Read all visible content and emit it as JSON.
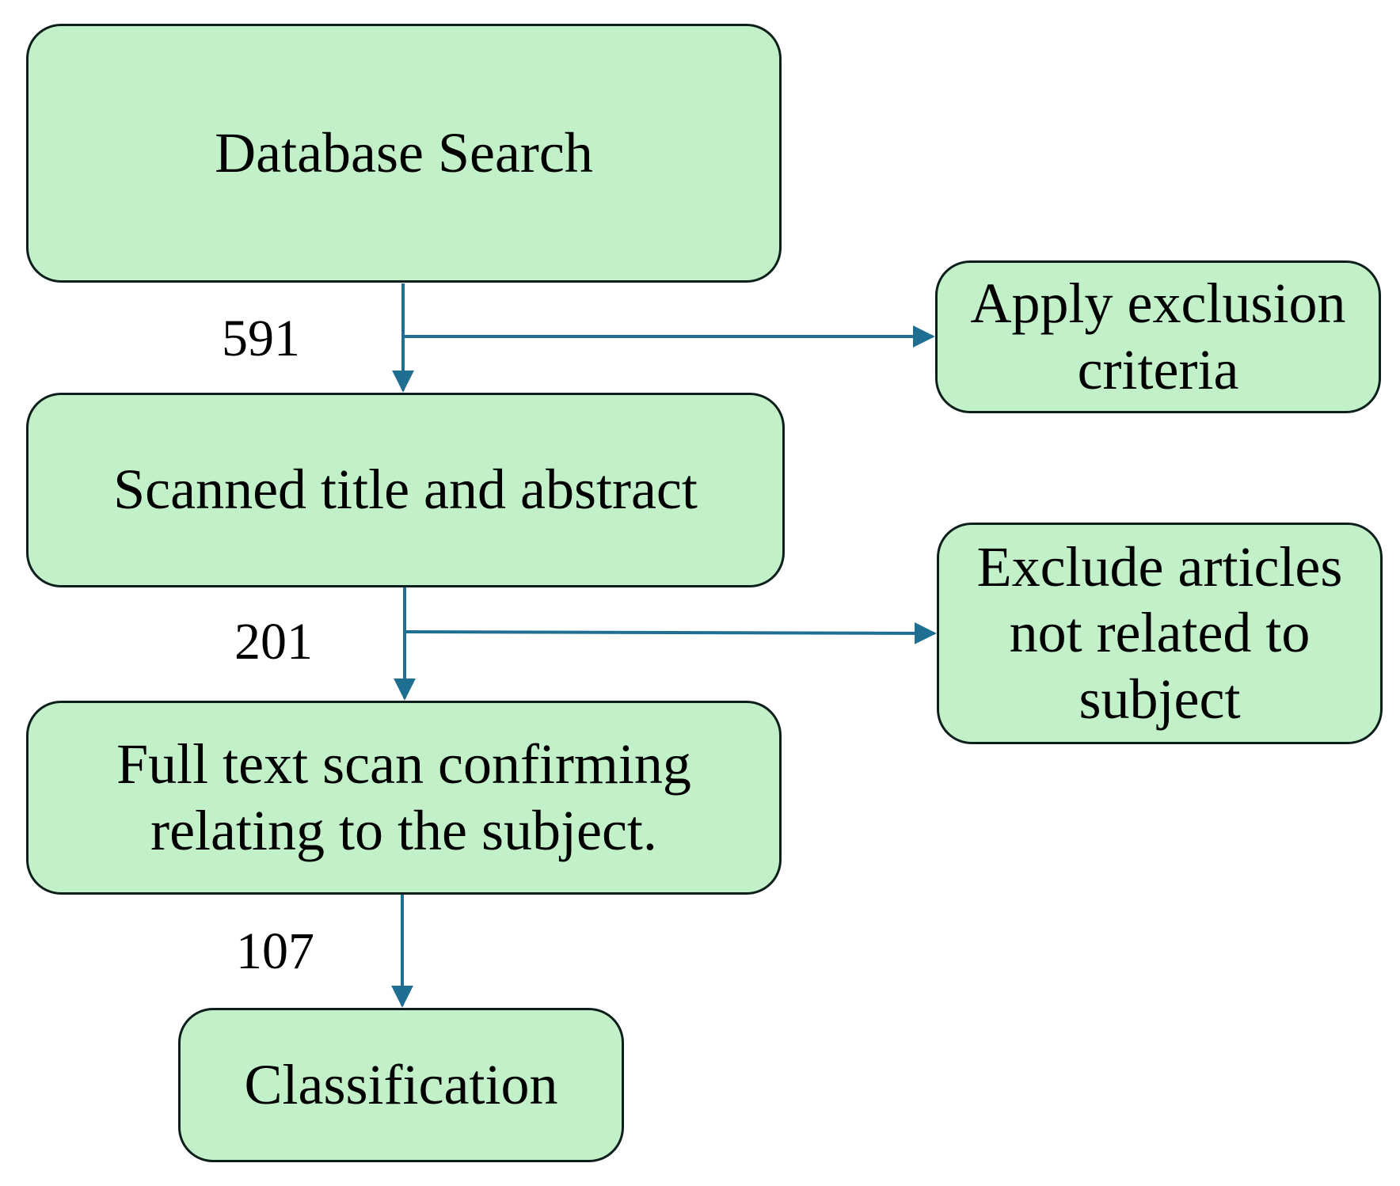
{
  "colors": {
    "node_fill": "#c2f0c8",
    "node_border": "#0d1f1c",
    "arrow": "#1f6f93"
  },
  "nodes": {
    "database_search": "Database Search",
    "scanned_title_abstract": "Scanned title and abstract",
    "full_text_scan": [
      "Full text scan confirming",
      "relating to the subject."
    ],
    "classification": "Classification",
    "apply_exclusion": [
      "Apply exclusion",
      "criteria"
    ],
    "exclude_articles": [
      "Exclude articles",
      "not related to",
      "subject"
    ]
  },
  "counts": {
    "after_search": "591",
    "after_title_abstract": "201",
    "after_full_text": "107"
  }
}
